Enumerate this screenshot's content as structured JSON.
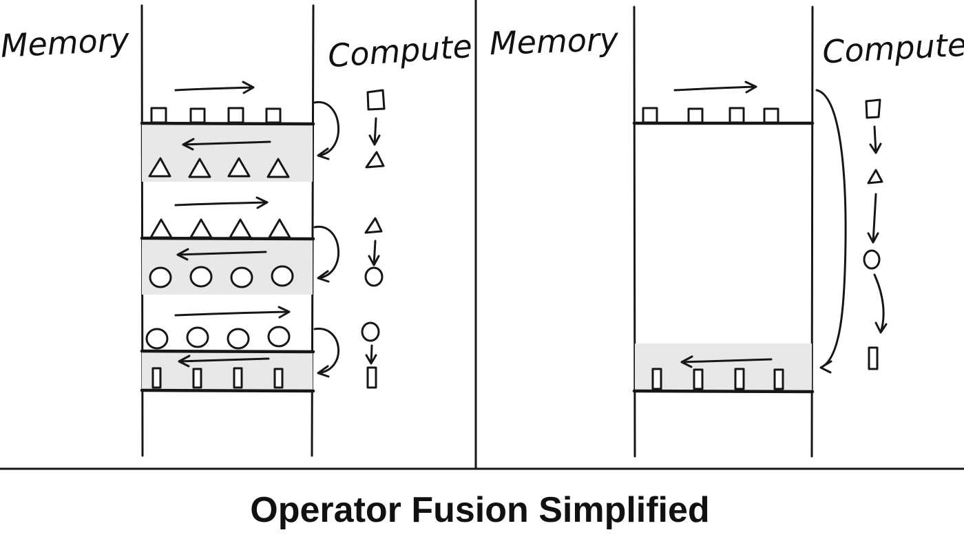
{
  "title": "Operator Fusion Simplified",
  "colors": {
    "ink": "#161616",
    "band": "#e8e8e8",
    "background": "#ffffff"
  },
  "left_panel": {
    "memory_label": "Memory",
    "compute_label": "Compute",
    "stages": [
      {
        "top_row_shapes": "squares",
        "band_row_shapes": "triangles",
        "top_arrow": "right",
        "band_arrow": "left"
      },
      {
        "top_row_shapes": "triangles",
        "band_row_shapes": "circles",
        "top_arrow": "right",
        "band_arrow": "left"
      },
      {
        "top_row_shapes": "circles",
        "band_row_shapes": "bars",
        "top_arrow": "right",
        "band_arrow": "left"
      }
    ],
    "compute_ops": [
      "square",
      "triangle",
      "circle",
      "bar"
    ]
  },
  "right_panel": {
    "memory_label": "Memory",
    "compute_label": "Compute",
    "stages": [
      {
        "top_row_shapes": "squares",
        "band_row_shapes": "bars",
        "top_arrow": "right",
        "band_arrow": "left"
      }
    ],
    "compute_ops": [
      "square",
      "triangle",
      "circle",
      "bar"
    ]
  }
}
